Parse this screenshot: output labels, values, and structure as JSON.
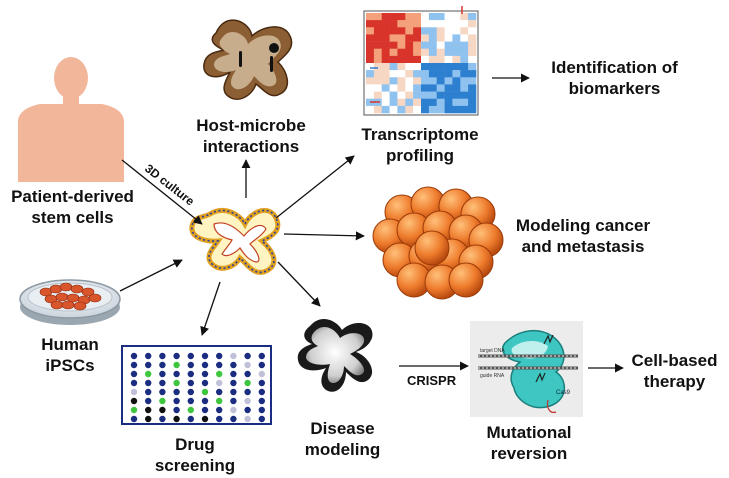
{
  "labels": {
    "patient_l1": "Patient-derived",
    "patient_l2": "stem cells",
    "ipsc_l1": "Human",
    "ipsc_l2": "iPSCs",
    "culture": "3D culture",
    "host_l1": "Host-microbe",
    "host_l2": "interactions",
    "transcript_l1": "Transcriptome",
    "transcript_l2": "profiling",
    "biomarkers_l1": "Identification of",
    "biomarkers_l2": "biomarkers",
    "cancer_l1": "Modeling cancer",
    "cancer_l2": "and metastasis",
    "drug_l1": "Drug",
    "drug_l2": "screening",
    "disease_l1": "Disease",
    "disease_l2": "modeling",
    "crispr": "CRISPR",
    "mutational_l1": "Mutational",
    "mutational_l2": "reversion",
    "therapy_l1": "Cell-based",
    "therapy_l2": "therapy",
    "crispr_target": "target DNA",
    "crispr_guide": "guide RNA",
    "crispr_cas": "Cas9"
  },
  "colors": {
    "skin": "#f2b79a",
    "tumor": "#e8742a",
    "dish_cells": "#d9552c",
    "organoid_edge": "#f0c030",
    "heatmap_red": "#d9342b",
    "heatmap_blue": "#2d7fd0",
    "dot_navy": "#1a2d80",
    "dot_green": "#3fc63f",
    "dot_gray": "#c0c0d8",
    "crispr_teal": "#3ec7c2"
  },
  "icons": [
    "human-silhouette-icon",
    "petri-dish-icon",
    "organoid-icon",
    "gut-organoid-icon",
    "heatmap-icon",
    "tumor-cluster-icon",
    "drug-plate-icon",
    "disease-organoid-icon",
    "crispr-cas9-icon"
  ]
}
